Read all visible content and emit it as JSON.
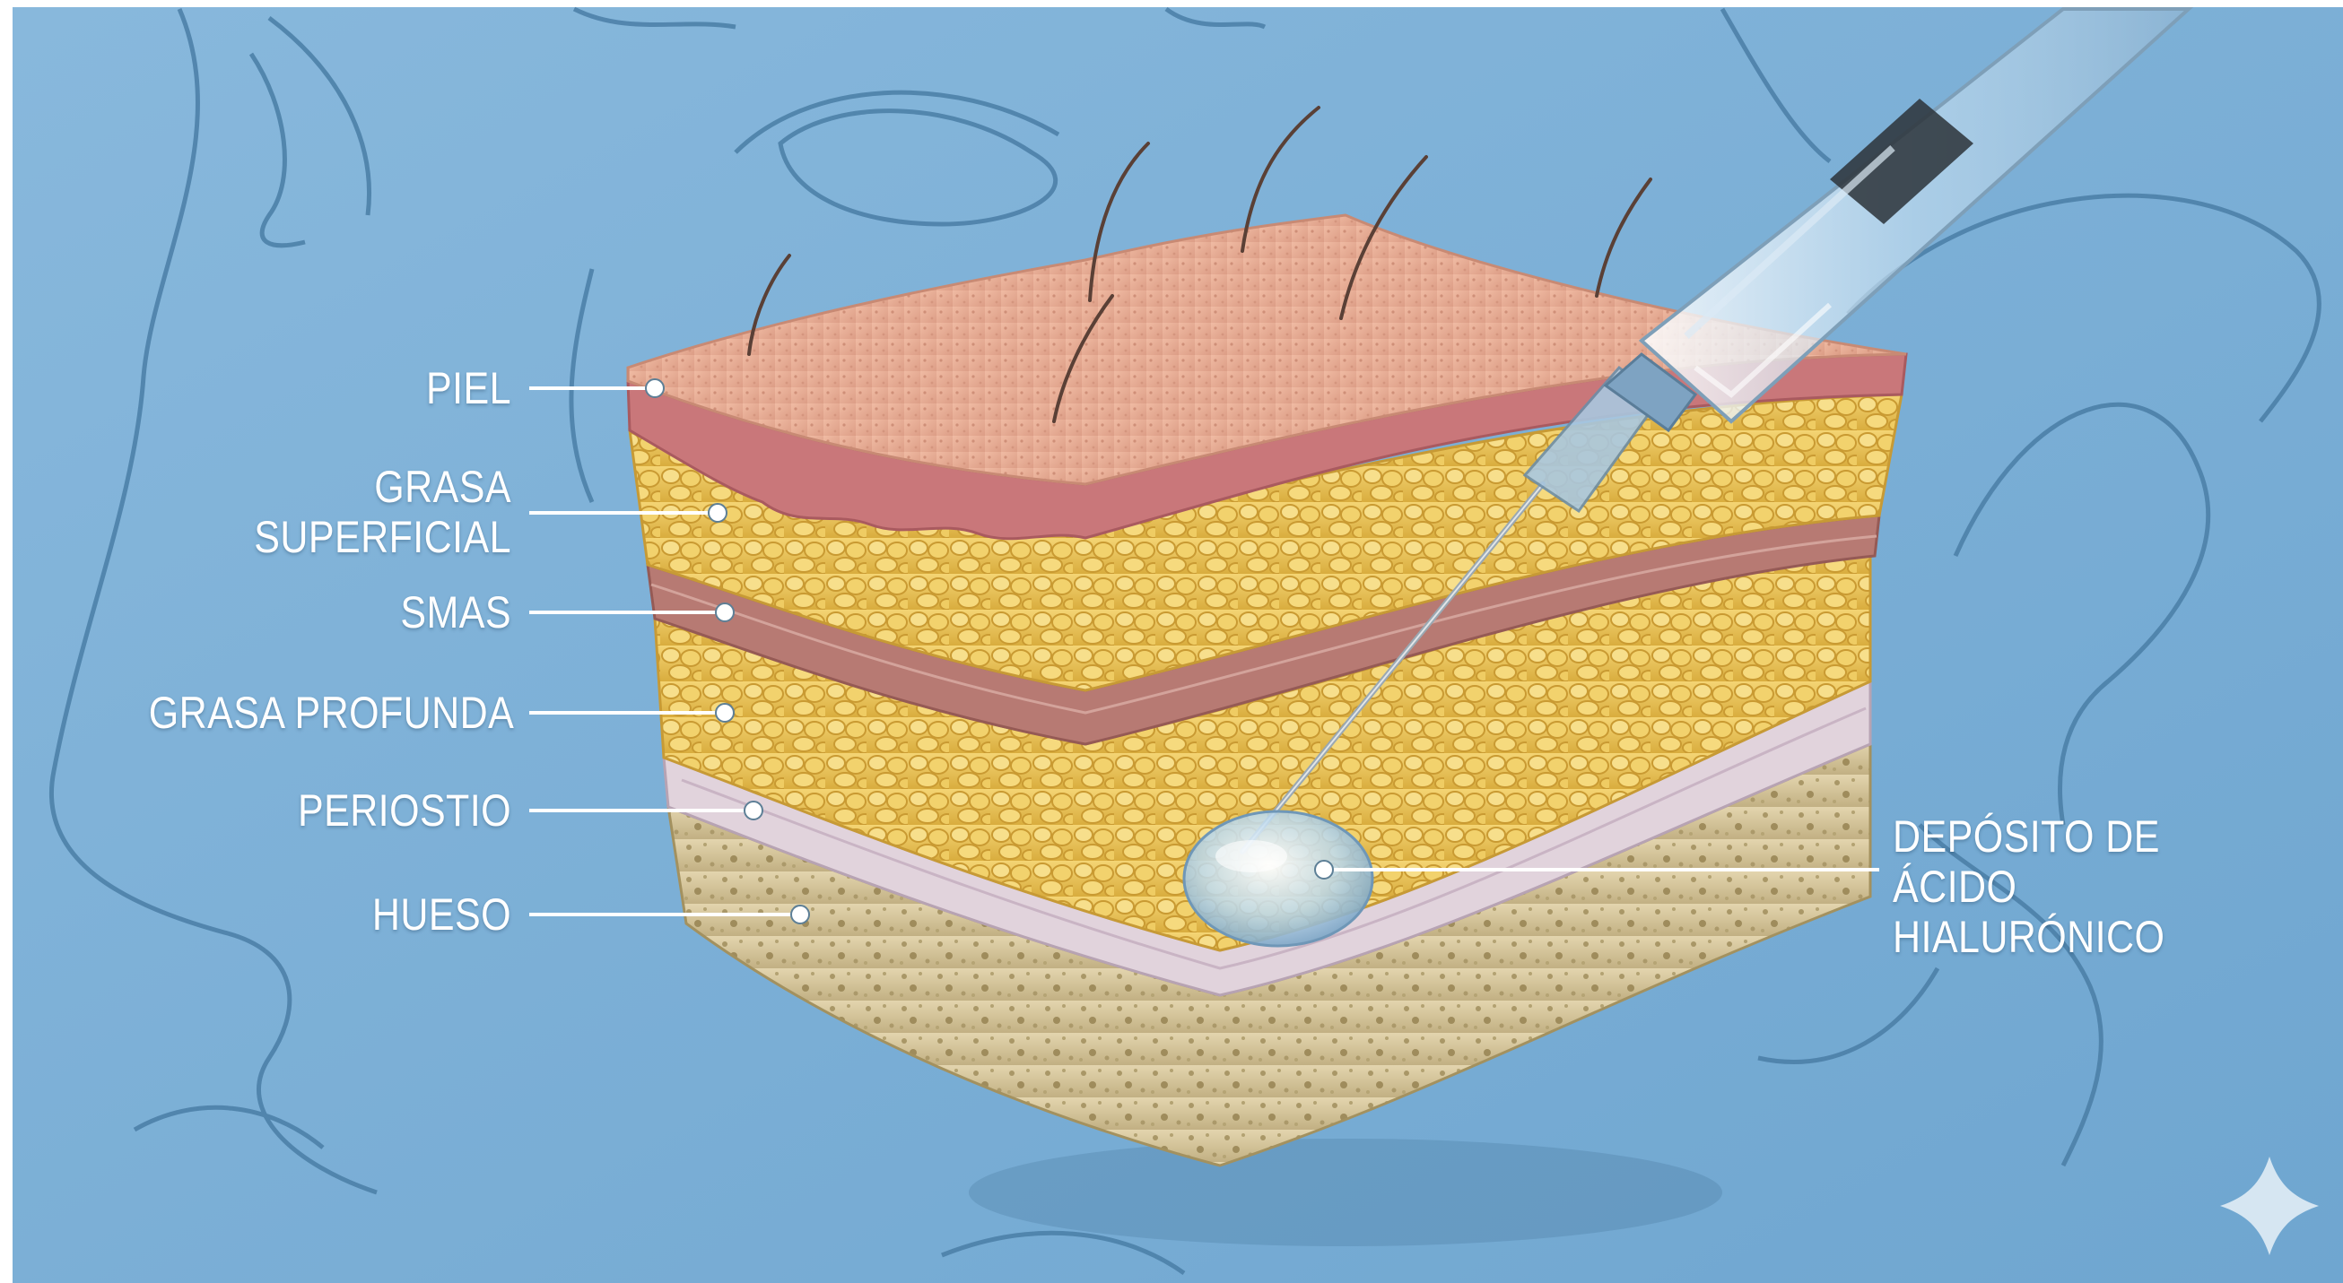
{
  "diagram": {
    "labels": {
      "piel": "PIEL",
      "grasa_superficial": [
        "GRASA",
        "SUPERFICIAL"
      ],
      "smas": "SMAS",
      "grasa_profunda": "GRASA PROFUNDA",
      "periostio": "PERIOSTIO",
      "hueso": "HUESO",
      "deposito": [
        "DEPÓSITO DE",
        "ÁCIDO",
        "HIALURÓNICO"
      ]
    },
    "colors": {
      "background": "#7fb0d6",
      "outline": "#4a7ea6",
      "skin": "#e5a892",
      "dermis": "#c9777a",
      "fat": "#ecc658",
      "smas": "#b77a73",
      "periosteum": "#e1d3dc",
      "bone": "#d8c9a0",
      "hyaluronic": "#b9d8ee"
    },
    "icons": [
      "syringe-icon",
      "sparkle-icon"
    ]
  }
}
